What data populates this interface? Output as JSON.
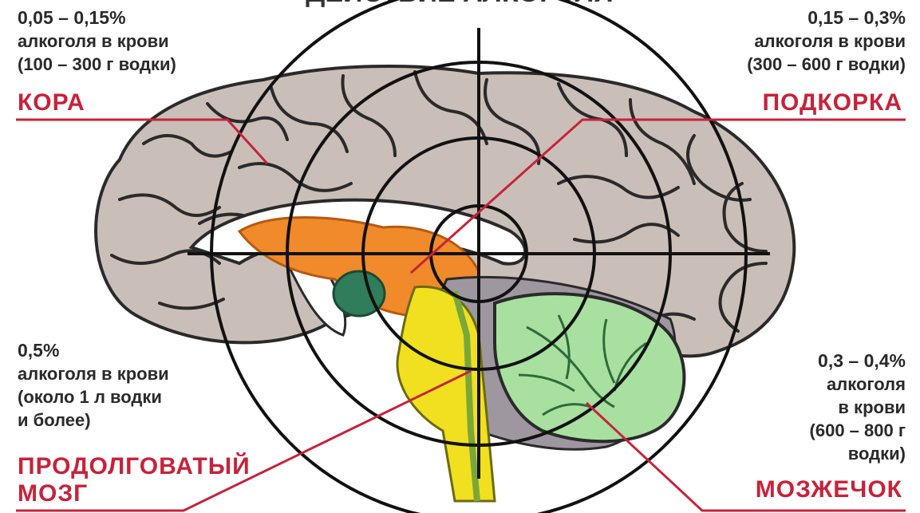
{
  "header_fragment": "ДЕЙСТВИЕ АЛКОГОЛЯ",
  "colors": {
    "accent": "#c8223a",
    "brain_gray": "#c9bfb8",
    "orange": "#f08a2a",
    "green_dark": "#2f7d5a",
    "cerebellum_green": "#a8e0a0",
    "yellow": "#f0e020",
    "crosshair": "#111111"
  },
  "labels": {
    "top_left": {
      "pct": "0,05 – 0,15%",
      "line1": "алкоголя в крови",
      "line2": "(100 – 300 г водки)",
      "region": "КОРА"
    },
    "top_right": {
      "pct": "0,15 – 0,3%",
      "line1": "алкоголя в крови",
      "line2": "(300 – 600 г водки)",
      "region": "ПОДКОРКА"
    },
    "bottom_left": {
      "pct": "0,5%",
      "line1": "алкоголя в крови",
      "line2": "(около 1 л водки",
      "line3": "и более)",
      "region_line1": "ПРОДОЛГОВАТЫЙ",
      "region_line2": "МОЗГ"
    },
    "bottom_right": {
      "pct": "0,3 – 0,4%",
      "line1": "алкоголя",
      "line2": "в крови",
      "line3": "(600 – 800 г",
      "line4": "водки)",
      "region": "МОЗЖЕЧОК"
    }
  }
}
